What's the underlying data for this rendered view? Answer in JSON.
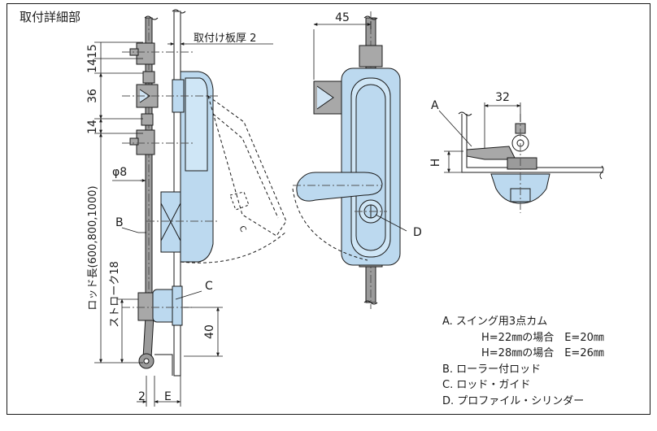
{
  "title": "取付詳細部",
  "dims": {
    "d1415": "1415",
    "d36": "36",
    "d14": "14",
    "plate": "取付け板厚 2",
    "phi8": "φ8",
    "rod_length": "ロッド長(600,800,1000)",
    "stroke": "ストローク18",
    "d40": "40",
    "d2": "2",
    "dE": "E",
    "d45": "45",
    "d32": "32",
    "dH": "H",
    "cam_c": "C"
  },
  "callouts": {
    "A": "A",
    "B": "B",
    "C": "C",
    "D": "D"
  },
  "legend": {
    "a_title": "A. スイング用3点カム",
    "a_line1": "H=22㎜の場合　E=20㎜",
    "a_line2": "H=28㎜の場合　E=26㎜",
    "b": "B. ローラー付ロッド",
    "c": "C. ロッド・ガイド",
    "d": "D. プロファイル・シリンダー"
  },
  "colors": {
    "part_fill": "#bcd9ef",
    "part_stroke": "#1a1a1a",
    "rod_gray": "#8a8a8a"
  }
}
